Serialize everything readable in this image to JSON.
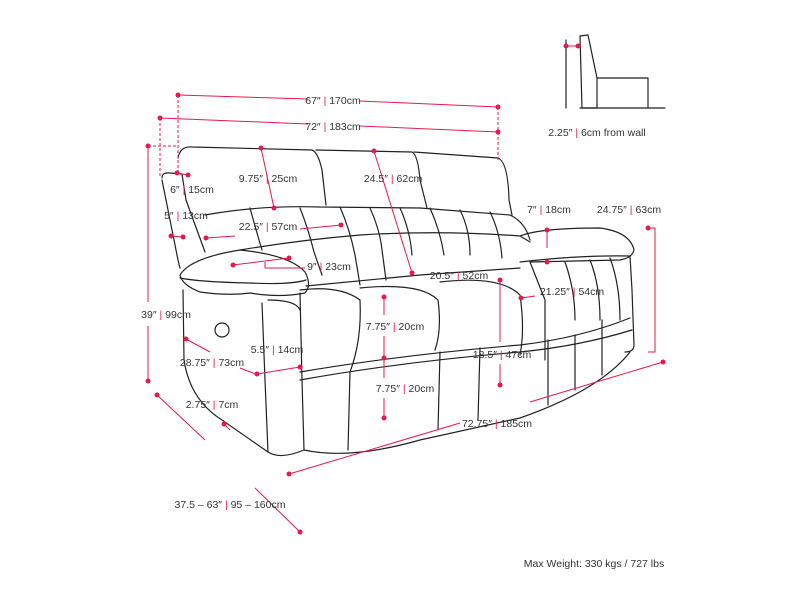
{
  "colors": {
    "accent": "#e8194a",
    "line": "#222222"
  },
  "dimensions": {
    "inner_width": {
      "imperial": "67″",
      "metric": "170cm"
    },
    "overall_width": {
      "imperial": "72″",
      "metric": "183cm"
    },
    "headrest_height": {
      "imperial": "9.75″",
      "metric": "25cm"
    },
    "back_height": {
      "imperial": "24.5″",
      "metric": "62cm"
    },
    "arm_top": {
      "imperial": "6″",
      "metric": "15cm"
    },
    "arm_width": {
      "imperial": "5″",
      "metric": "13cm"
    },
    "seat_width": {
      "imperial": "22.5″",
      "metric": "57cm"
    },
    "arm_depth": {
      "imperial": "9″",
      "metric": "23cm"
    },
    "seat_depth": {
      "imperial": "20.5″",
      "metric": "52cm"
    },
    "arm_height": {
      "imperial": "7″",
      "metric": "18cm"
    },
    "arm_floor": {
      "imperial": "24.75″",
      "metric": "63cm"
    },
    "seat_section": {
      "imperial": "21.25″",
      "metric": "54cm"
    },
    "total_height": {
      "imperial": "39″",
      "metric": "99cm"
    },
    "cushion_upper": {
      "imperial": "7.75″",
      "metric": "20cm"
    },
    "seat_height": {
      "imperial": "18.5″",
      "metric": "47cm"
    },
    "footrest": {
      "imperial": "5.5″",
      "metric": "14cm"
    },
    "side_depth": {
      "imperial": "28.75″",
      "metric": "73cm"
    },
    "cushion_lower": {
      "imperial": "7.75″",
      "metric": "20cm"
    },
    "leg_height": {
      "imperial": "2.75″",
      "metric": "7cm"
    },
    "base_width": {
      "imperial": "72.75″",
      "metric": "185cm"
    },
    "recline_depth": {
      "imperial": "37.5 – 63″",
      "metric": "95 – 160cm"
    }
  },
  "wall_clearance": {
    "imperial": "2.25″",
    "metric": "6cm from wall"
  },
  "max_weight": "Max Weight: 330 kgs / 727 lbs"
}
